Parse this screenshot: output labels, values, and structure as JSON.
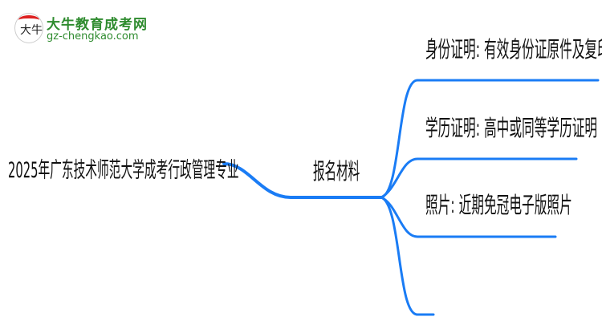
{
  "logo": {
    "name": "大牛教育成考网",
    "url": "gz-chengkao.com",
    "mark_text": "大牛"
  },
  "root": {
    "label": "2025年广东技术师范大学成考行政管理专业"
  },
  "hub": {
    "label": "报名材料"
  },
  "branches": [
    {
      "label": "身份证明: 有效身份证原件及复印件"
    },
    {
      "label": "学历证明: 高中或同等学历证明"
    },
    {
      "label": "照片: 近期免冠电子版照片"
    },
    {
      "label": ""
    }
  ],
  "colors": {
    "line": "#1a7cf5",
    "text": "#111111",
    "logo": "#2e8b2e"
  }
}
